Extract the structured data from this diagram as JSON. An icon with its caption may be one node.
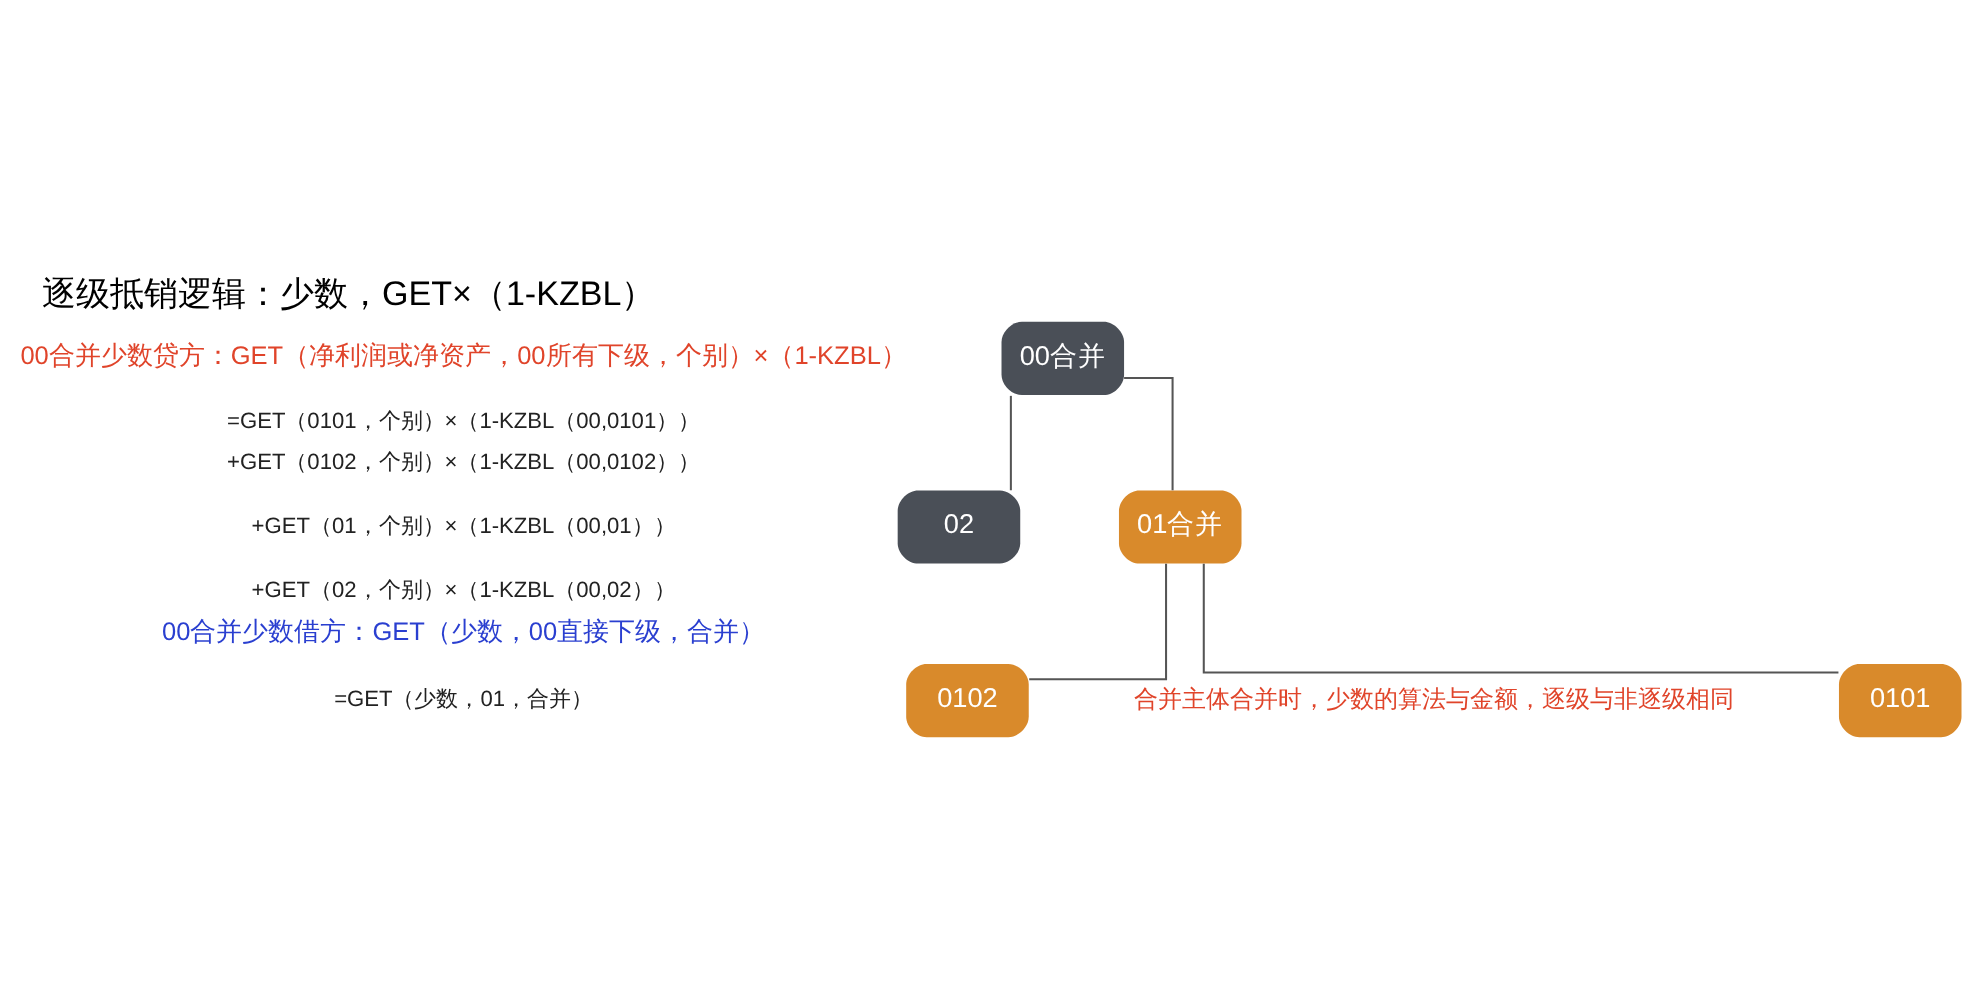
{
  "diagram": {
    "title": "逐级抵销逻辑：少数，GET×（1-KZBL）",
    "nodes": [
      {
        "text": [
          "00合并"
        ]
      },
      {
        "text": [
          "01合并"
        ]
      },
      {
        "text": [
          "02"
        ]
      },
      {
        "text": [
          "0101"
        ]
      },
      {
        "text": [
          "0102"
        ]
      }
    ],
    "edges": [
      {
        "from": 0,
        "to": 1,
        "arrow": "none"
      },
      {
        "from": 0,
        "to": 2,
        "arrow": "none"
      },
      {
        "from": 1,
        "to": 3,
        "arrow": "none"
      },
      {
        "from": 1,
        "to": 4,
        "arrow": "none"
      }
    ],
    "labels": [
      "00合并少数贷方：GET（净利润或净资产，00所有下级，个别）×（1-KZBL）",
      "=GET（0101，个别）×（1-KZBL（00,0101））",
      "+GET（0102，个别）×（1-KZBL（00,0102））",
      "+GET（01，个别）×（1-KZBL（00,01））",
      "+GET（02，个别）×（1-KZBL（00,02））",
      "00合并少数借方：GET（少数，00直接下级，合并）",
      "=GET（少数，01，合并）",
      "合并主体合并时，少数的算法与金额，逐级与非逐级相同"
    ]
  }
}
